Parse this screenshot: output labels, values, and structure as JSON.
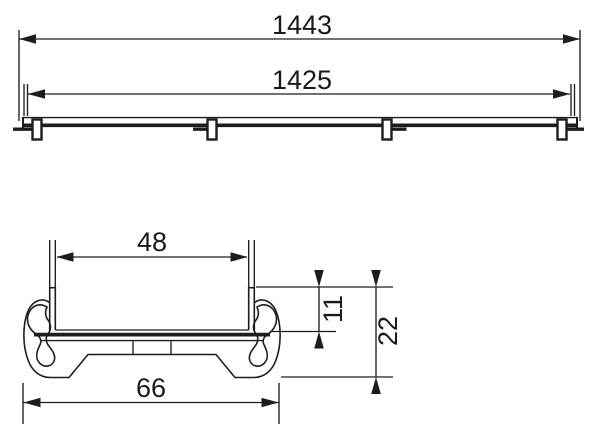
{
  "colors": {
    "background": "#ffffff",
    "line": "#1d1d1b",
    "text": "#1a1a1a"
  },
  "top_view": {
    "overall_length": "1443",
    "inner_length": "1425"
  },
  "cross_section": {
    "inner_width": "48",
    "overall_width": "66",
    "inner_depth": "11",
    "overall_height": "22"
  }
}
